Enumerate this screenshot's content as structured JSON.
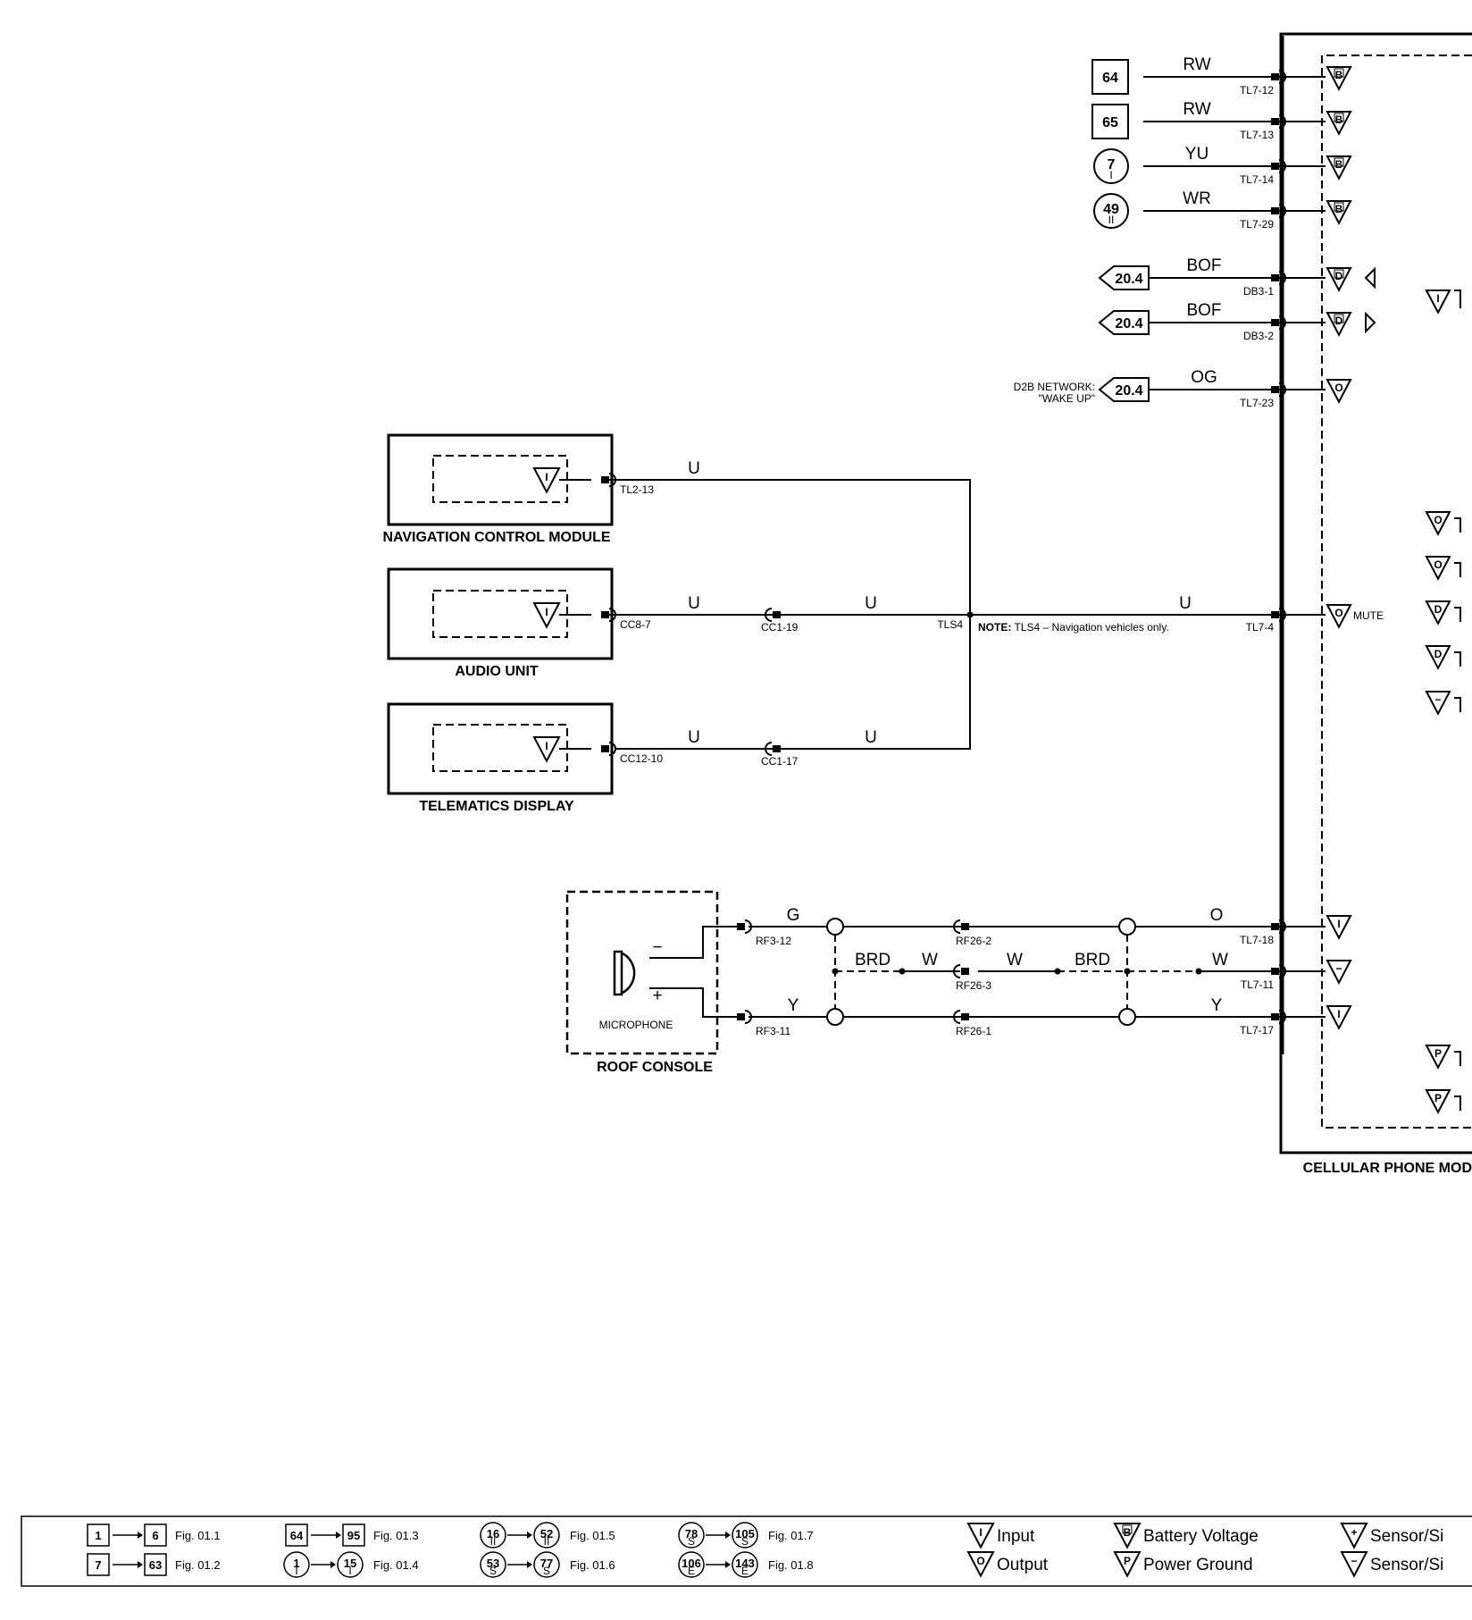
{
  "modules": {
    "navigation": "NAVIGATION CONTROL MODULE",
    "audio": "AUDIO UNIT",
    "telematics": "TELEMATICS DISPLAY",
    "roof_console": "ROOF CONSOLE",
    "microphone": "MICROPHONE",
    "cellular": "CELLULAR PHONE MOD"
  },
  "power_feeds": [
    {
      "ref": "64",
      "color": "RW",
      "pin": "TL7-12",
      "type": "B"
    },
    {
      "ref": "65",
      "color": "RW",
      "pin": "TL7-13",
      "type": "B"
    },
    {
      "ref": "7",
      "color": "YU",
      "pin": "TL7-14",
      "type": "B"
    },
    {
      "ref": "49",
      "color": "WR",
      "pin": "TL7-29",
      "type": "B"
    }
  ],
  "bus_lines": [
    {
      "ref": "20.4",
      "color": "BOF",
      "pin": "DB3-1",
      "type": "D"
    },
    {
      "ref": "20.4",
      "color": "BOF",
      "pin": "DB3-2",
      "type": "D"
    },
    {
      "ref": "20.4",
      "color": "OG",
      "pin": "TL7-23",
      "type": "O"
    }
  ],
  "d2b_note": {
    "line1": "D2B NETWORK:",
    "line2": "\"WAKE UP\""
  },
  "mute": {
    "nav_pin": "TL2-13",
    "audio_pin": "CC8-7",
    "tele_pin": "CC12-10",
    "cc_audio": "CC1-19",
    "cc_tele": "CC1-17",
    "splice": "TLS4",
    "wire": "U",
    "module_pin": "TL7-4",
    "label": "MUTE",
    "note_bold": "NOTE:",
    "note": " TLS4 – Navigation vehicles only."
  },
  "mic": {
    "pin_neg": "RF3-12",
    "pin_pos": "RF3-11",
    "rf_top": "RF26-2",
    "rf_mid": "RF26-3",
    "rf_bot": "RF26-1",
    "tl_top": "TL7-18",
    "tl_mid": "TL7-11",
    "tl_bot": "TL7-17",
    "wires": {
      "g": "G",
      "o": "O",
      "brd": "BRD",
      "w": "W",
      "y": "Y"
    },
    "minus": "−",
    "plus": "+"
  },
  "legend": {
    "rows": [
      {
        "a": "1",
        "b": "6",
        "fig": "Fig. 01.1",
        "shape": "box"
      },
      {
        "a": "7",
        "b": "63",
        "fig": "Fig. 01.2",
        "shape": "box"
      },
      {
        "a": "64",
        "b": "95",
        "fig": "Fig. 01.3",
        "shape": "box"
      },
      {
        "a": "1",
        "b": "15",
        "fig": "Fig. 01.4",
        "shape": "circle",
        "sub": "I"
      },
      {
        "a": "16",
        "b": "52",
        "fig": "Fig. 01.5",
        "shape": "circle",
        "sub": "II"
      },
      {
        "a": "53",
        "b": "77",
        "fig": "Fig. 01.6",
        "shape": "circle",
        "sub": "S"
      },
      {
        "a": "78",
        "b": "105",
        "fig": "Fig. 01.7",
        "shape": "circle",
        "sub": "S"
      },
      {
        "a": "106",
        "b": "143",
        "fig": "Fig. 01.8",
        "shape": "circle",
        "sub": "E"
      }
    ],
    "symbols": [
      {
        "sym": "I",
        "text": "Input"
      },
      {
        "sym": "O",
        "text": "Output"
      },
      {
        "sym": "B",
        "text": "Battery Voltage"
      },
      {
        "sym": "P",
        "text": "Power Ground"
      },
      {
        "sym": "+",
        "text": "Sensor/Si"
      },
      {
        "sym": "−",
        "text": "Sensor/Si"
      }
    ]
  }
}
